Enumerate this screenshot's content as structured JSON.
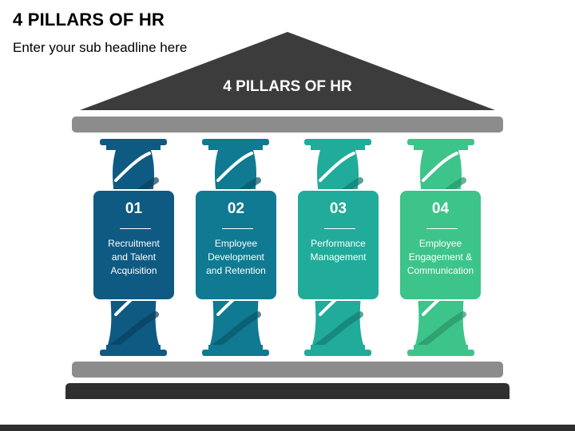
{
  "title": "4 PILLARS OF HR",
  "subtitle": "Enter your sub headline here",
  "roof_title": "4 PILLARS OF HR",
  "colors": {
    "roof": "#3c3c3c",
    "beam": "#8c8c8c",
    "base": "#2f2f2f"
  },
  "pillars": [
    {
      "number": "01",
      "label": [
        "Recruitment",
        "and Talent",
        "Acquisition"
      ],
      "color": "#0f5a82",
      "shade": "#0a3f5e"
    },
    {
      "number": "02",
      "label": [
        "Employee",
        "Development",
        "and Retention"
      ],
      "color": "#0f7a92",
      "shade": "#0a566a"
    },
    {
      "number": "03",
      "label": [
        "Performance",
        "Management"
      ],
      "color": "#21ab9a",
      "shade": "#147a70"
    },
    {
      "number": "04",
      "label": [
        "Employee",
        "Engagement &",
        "Communication"
      ],
      "color": "#3dc48a",
      "shade": "#2a9468"
    }
  ]
}
